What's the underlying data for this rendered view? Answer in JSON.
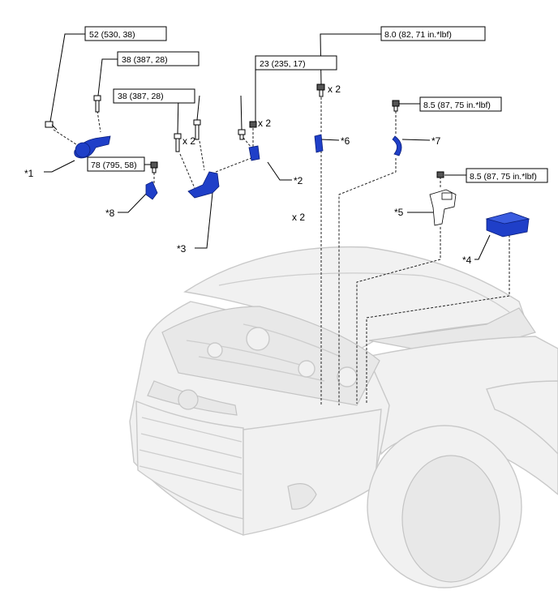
{
  "torque_specs": [
    {
      "id": "t1",
      "text": "52 (530, 38)"
    },
    {
      "id": "t2",
      "text": "38 (387, 28)"
    },
    {
      "id": "t3",
      "text": "38 (387, 28)"
    },
    {
      "id": "t4",
      "text": "23 (235, 17)"
    },
    {
      "id": "t5",
      "text": "8.0 (82, 71 in.*lbf)"
    },
    {
      "id": "t6",
      "text": "8.5 (87, 75 in.*lbf)"
    },
    {
      "id": "t7",
      "text": "8.5 (87, 75 in.*lbf)"
    },
    {
      "id": "t8",
      "text": "78 (795, 58)"
    }
  ],
  "callouts": [
    "*1",
    "*2",
    "*3",
    "*4",
    "*5",
    "*6",
    "*7",
    "*8"
  ],
  "quantity_labels": [
    "x 2",
    "x 2",
    "x 2",
    "x 2"
  ],
  "colors": {
    "part": "#1f3fc8",
    "vehicle": "#f1f1f1",
    "line": "#000000"
  },
  "icons": [
    "bolt-icon",
    "nut-icon"
  ]
}
